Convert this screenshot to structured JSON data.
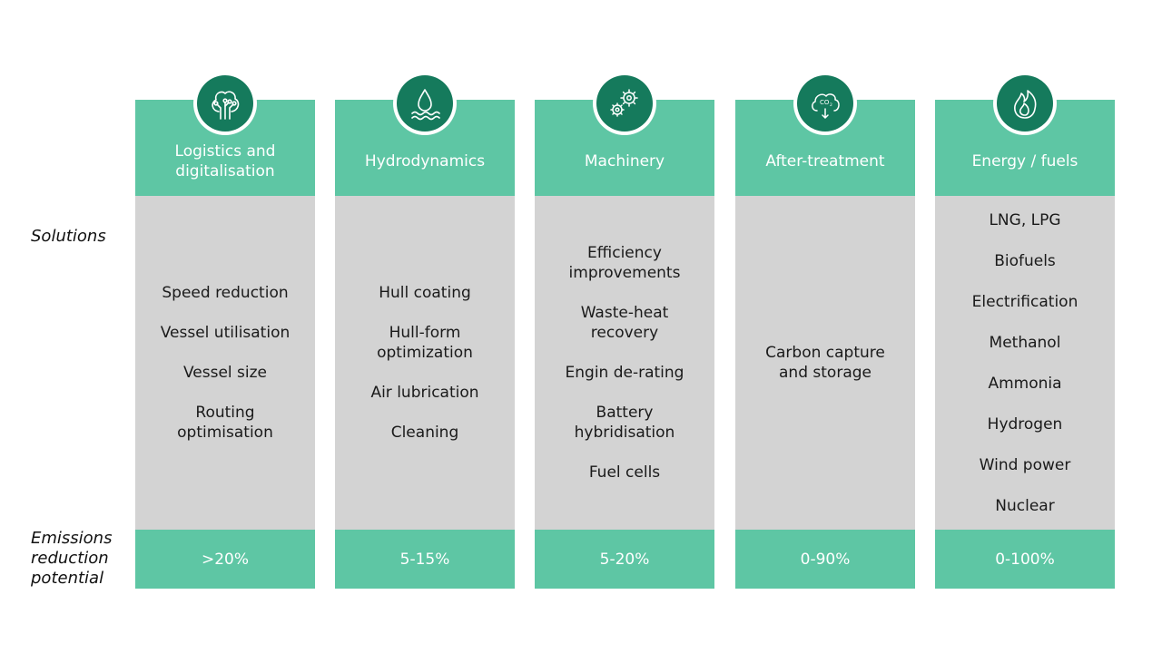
{
  "row_labels": {
    "solutions": "Solutions",
    "emissions": [
      "Emissions",
      "reduction",
      "potential"
    ]
  },
  "columns": [
    {
      "icon": "tree-circuit-icon",
      "title": [
        "Logistics and",
        "digitalisation"
      ],
      "items": [
        "Speed reduction",
        "Vessel utilisation",
        "Vessel size",
        "Routing optimisation"
      ],
      "potential": ">20%"
    },
    {
      "icon": "water-drop-waves-icon",
      "title": [
        "Hydrodynamics"
      ],
      "items": [
        "Hull coating",
        "Hull-form optimization",
        "Air lubrication",
        "Cleaning"
      ],
      "potential": "5-15%"
    },
    {
      "icon": "gears-icon",
      "title": [
        "Machinery"
      ],
      "items": [
        "Efficiency improvements",
        "Waste-heat recovery",
        "Engin de-rating",
        "Battery hybridisation",
        "Fuel cells"
      ],
      "potential": "5-20%"
    },
    {
      "icon": "co2-cloud-icon",
      "title": [
        "After-treatment"
      ],
      "items": [
        "Carbon capture and storage"
      ],
      "potential": "0-90%"
    },
    {
      "icon": "flame-icon",
      "title": [
        "Energy / fuels"
      ],
      "items": [
        "LNG, LPG",
        "Biofuels",
        "Electrification",
        "Methanol",
        "Ammonia",
        "Hydrogen",
        "Wind power",
        "Nuclear"
      ],
      "potential": "0-100%"
    }
  ],
  "colors": {
    "accent": "#5ec6a4",
    "icon_bg": "#157a5c",
    "panel": "#d3d3d3"
  }
}
